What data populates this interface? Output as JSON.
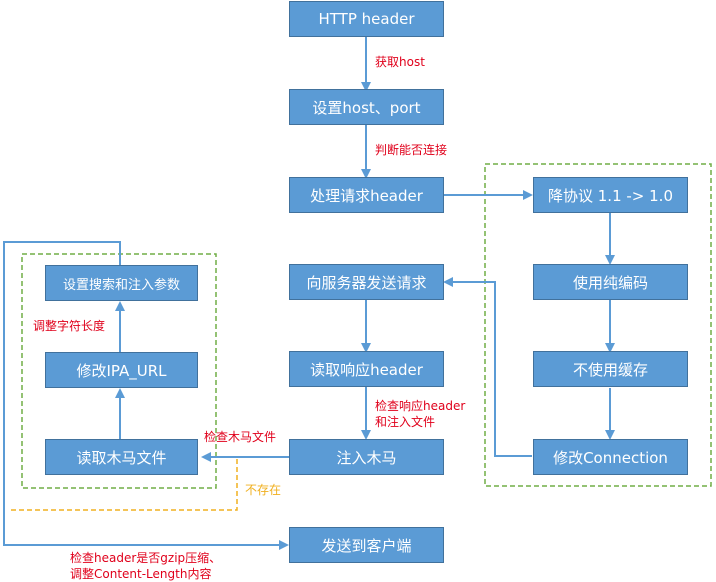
{
  "colors": {
    "box_fill": "#5b9bd5",
    "box_border": "#41719c",
    "arrow": "#5b9bd5",
    "group_border": "#70ad47",
    "label_red": "#e0001b",
    "label_orange": "#f0b020"
  },
  "nodes": {
    "http_header": "HTTP header",
    "set_host_port": "设置host、port",
    "process_header": "处理请求header",
    "send_request": "向服务器发送请求",
    "read_response": "读取响应header",
    "inject_trojan": "注入木马",
    "send_client": "发送到客户端",
    "downgrade": "降协议 1.1 -> 1.0",
    "plain_encoding": "使用纯编码",
    "no_cache": "不使用缓存",
    "modify_connection": "修改Connection",
    "set_search_params": "设置搜索和注入参数",
    "modify_ipa_url": "修改IPA_URL",
    "read_trojan": "读取木马文件"
  },
  "edge_labels": {
    "get_host": "获取host",
    "check_connection": "判断能否连接",
    "check_header_line1": "检查响应header",
    "check_header_line2": "和注入文件",
    "check_trojan_file": "检查木马文件",
    "not_exist": "不存在",
    "adjust_length": "调整字符长度",
    "gzip_line1": "检查header是否gzip压缩、",
    "gzip_line2": "调整Content-Length内容"
  }
}
